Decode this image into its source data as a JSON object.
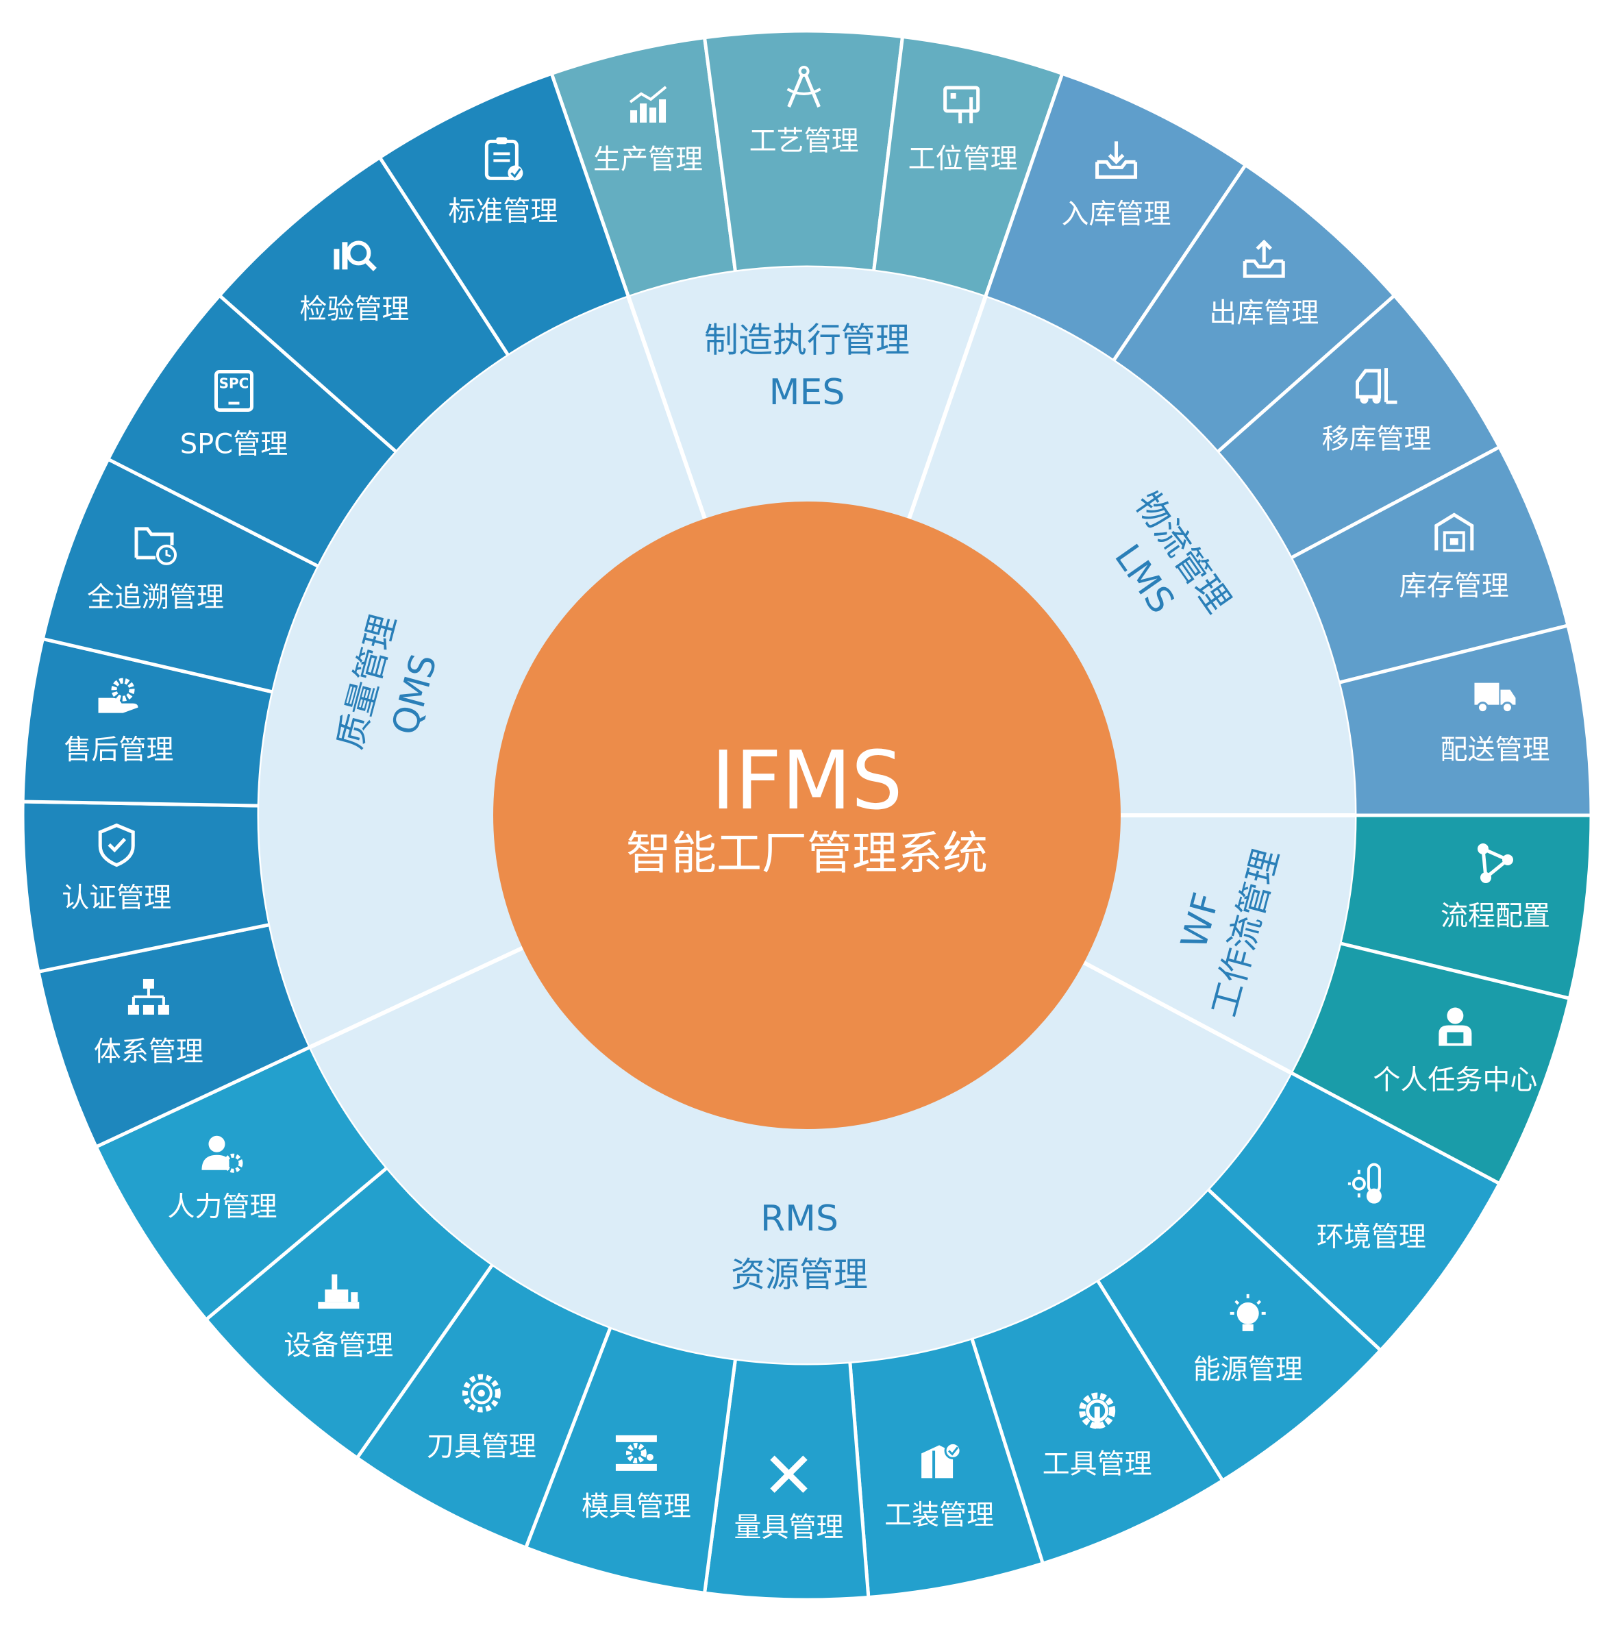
{
  "center": {
    "title": "IFMS",
    "subtitle": "智能工厂管理系统",
    "color": "#ec8c4a"
  },
  "colors": {
    "inner_ring": "#dcedf8",
    "label_text": "#2a7fb8",
    "divider": "#ffffff"
  },
  "groups": [
    {
      "id": "mes",
      "name": "制造执行管理",
      "code": "MES",
      "color": "#64aec1",
      "modules": [
        {
          "label": "生产管理",
          "icon": "bar-chart-icon"
        },
        {
          "label": "工艺管理",
          "icon": "compass-icon"
        },
        {
          "label": "工位管理",
          "icon": "workstation-icon"
        }
      ]
    },
    {
      "id": "lms",
      "name": "物流管理",
      "code": "LMS",
      "color": "#5f9ecb",
      "modules": [
        {
          "label": "入库管理",
          "icon": "inbox-in-icon"
        },
        {
          "label": "出库管理",
          "icon": "inbox-out-icon"
        },
        {
          "label": "移库管理",
          "icon": "forklift-icon"
        },
        {
          "label": "库存管理",
          "icon": "warehouse-icon"
        },
        {
          "label": "配送管理",
          "icon": "truck-icon"
        }
      ]
    },
    {
      "id": "wf",
      "name": "工作流管理",
      "code": "WF",
      "color": "#1a9ca9",
      "modules": [
        {
          "label": "流程配置",
          "icon": "flow-nodes-icon"
        },
        {
          "label": "个人任务中心",
          "icon": "person-task-icon"
        }
      ]
    },
    {
      "id": "rms",
      "name": "资源管理",
      "code": "RMS",
      "color": "#23a0cd",
      "modules": [
        {
          "label": "环境管理",
          "icon": "thermometer-icon"
        },
        {
          "label": "能源管理",
          "icon": "lightbulb-icon"
        },
        {
          "label": "工具管理",
          "icon": "wrench-gear-icon"
        },
        {
          "label": "工装管理",
          "icon": "box-check-icon"
        },
        {
          "label": "量具管理",
          "icon": "ruler-pencil-icon"
        },
        {
          "label": "模具管理",
          "icon": "mold-gear-icon"
        },
        {
          "label": "刀具管理",
          "icon": "saw-blade-icon"
        },
        {
          "label": "设备管理",
          "icon": "machine-icon"
        },
        {
          "label": "人力管理",
          "icon": "user-gear-icon"
        }
      ]
    },
    {
      "id": "qms",
      "name": "质量管理",
      "code": "QMS",
      "color": "#1e87bd",
      "modules": [
        {
          "label": "体系管理",
          "icon": "org-chart-icon"
        },
        {
          "label": "认证管理",
          "icon": "shield-check-icon"
        },
        {
          "label": "售后管理",
          "icon": "hand-gear-icon"
        },
        {
          "label": "全追溯管理",
          "icon": "folder-clock-icon"
        },
        {
          "label": "SPC管理",
          "icon": "spc-tablet-icon"
        },
        {
          "label": "检验管理",
          "icon": "inspect-icon"
        },
        {
          "label": "标准管理",
          "icon": "clipboard-check-icon"
        }
      ]
    }
  ]
}
